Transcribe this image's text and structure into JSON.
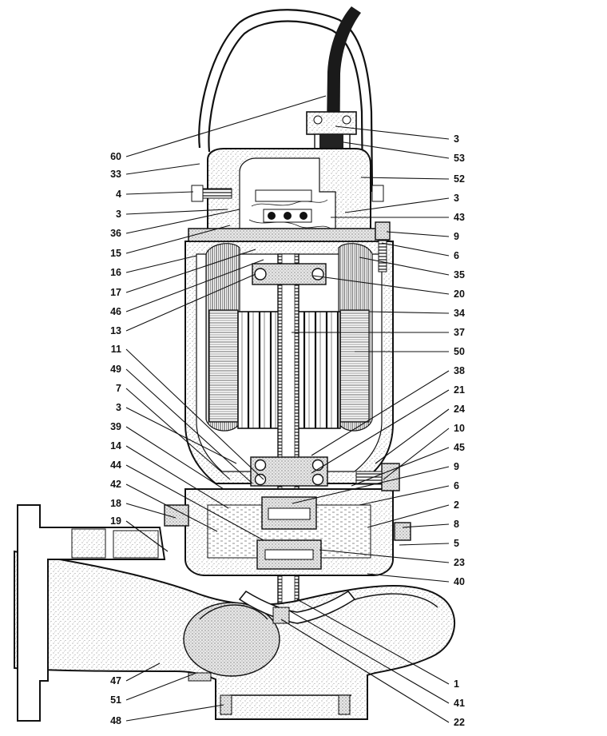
{
  "labels_left": [
    {
      "id": "l60",
      "text": "60"
    },
    {
      "id": "l33",
      "text": "33"
    },
    {
      "id": "l4",
      "text": "4"
    },
    {
      "id": "l3a",
      "text": "3"
    },
    {
      "id": "l36",
      "text": "36"
    },
    {
      "id": "l15",
      "text": "15"
    },
    {
      "id": "l16",
      "text": "16"
    },
    {
      "id": "l17",
      "text": "17"
    },
    {
      "id": "l46",
      "text": "46"
    },
    {
      "id": "l13",
      "text": "13"
    },
    {
      "id": "l11",
      "text": "11"
    },
    {
      "id": "l49",
      "text": "49"
    },
    {
      "id": "l7",
      "text": "7"
    },
    {
      "id": "l3b",
      "text": "3"
    },
    {
      "id": "l39",
      "text": "39"
    },
    {
      "id": "l14",
      "text": "14"
    },
    {
      "id": "l44",
      "text": "44"
    },
    {
      "id": "l42",
      "text": "42"
    },
    {
      "id": "l18",
      "text": "18"
    },
    {
      "id": "l19",
      "text": "19"
    },
    {
      "id": "l47",
      "text": "47"
    },
    {
      "id": "l51",
      "text": "51"
    },
    {
      "id": "l48",
      "text": "48"
    }
  ],
  "labels_right": [
    {
      "id": "r3a",
      "text": "3"
    },
    {
      "id": "r53",
      "text": "53"
    },
    {
      "id": "r52",
      "text": "52"
    },
    {
      "id": "r3b",
      "text": "3"
    },
    {
      "id": "r43",
      "text": "43"
    },
    {
      "id": "r9a",
      "text": "9"
    },
    {
      "id": "r6a",
      "text": "6"
    },
    {
      "id": "r35",
      "text": "35"
    },
    {
      "id": "r20",
      "text": "20"
    },
    {
      "id": "r34",
      "text": "34"
    },
    {
      "id": "r37",
      "text": "37"
    },
    {
      "id": "r50",
      "text": "50"
    },
    {
      "id": "r38",
      "text": "38"
    },
    {
      "id": "r21",
      "text": "21"
    },
    {
      "id": "r24",
      "text": "24"
    },
    {
      "id": "r10",
      "text": "10"
    },
    {
      "id": "r45",
      "text": "45"
    },
    {
      "id": "r9b",
      "text": "9"
    },
    {
      "id": "r6b",
      "text": "6"
    },
    {
      "id": "r2",
      "text": "2"
    },
    {
      "id": "r8",
      "text": "8"
    },
    {
      "id": "r5",
      "text": "5"
    },
    {
      "id": "r23",
      "text": "23"
    },
    {
      "id": "r40",
      "text": "40"
    },
    {
      "id": "r1",
      "text": "1"
    },
    {
      "id": "r41",
      "text": "41"
    },
    {
      "id": "r22",
      "text": "22"
    }
  ],
  "colors": {
    "ink": "#111111",
    "paper": "#ffffff",
    "stipple": "#8a8a8a"
  }
}
